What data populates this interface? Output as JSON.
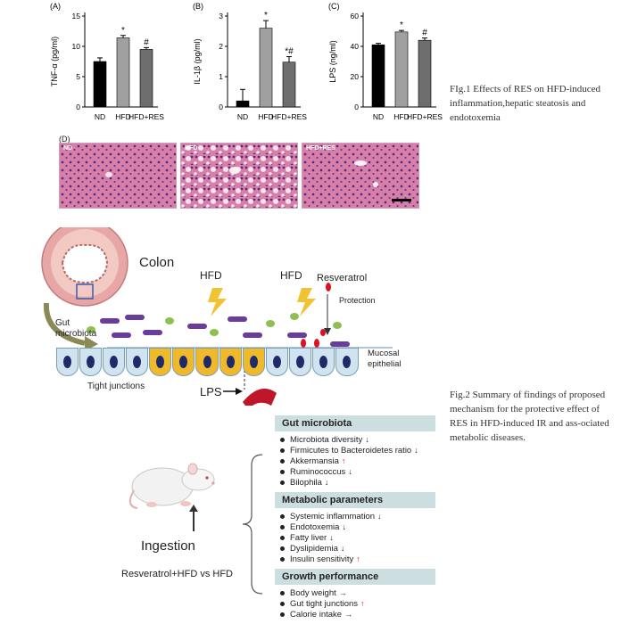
{
  "figure1": {
    "caption": "FIg.1 Effects of RES on HFD-induced inflammation,hepatic steatosis and endotoxemia",
    "panels": [
      {
        "letter": "(A)"
      },
      {
        "letter": "(B)"
      },
      {
        "letter": "(C)"
      },
      {
        "letter": "(D)"
      }
    ],
    "histology": [
      {
        "label": "ND"
      },
      {
        "label": "HFD"
      },
      {
        "label": "HFD+RES"
      }
    ]
  },
  "chart_data": [
    {
      "type": "bar",
      "categories": [
        "ND",
        "HFD",
        "HFD+RES"
      ],
      "values": [
        7.5,
        11.4,
        9.5
      ],
      "errors": [
        0.6,
        0.4,
        0.3
      ],
      "annotations": [
        "",
        "*",
        "#"
      ],
      "ylabel": "TNF-α (pg/ml)",
      "ylim": [
        0,
        15
      ],
      "yticks": [
        0,
        5,
        10,
        15
      ],
      "bar_colors": [
        "#000000",
        "#a0a0a0",
        "#6e6e6e"
      ]
    },
    {
      "type": "bar",
      "categories": [
        "ND",
        "HFD",
        "HFD+RES"
      ],
      "values": [
        0.2,
        2.6,
        1.48
      ],
      "errors": [
        0.38,
        0.25,
        0.18
      ],
      "annotations": [
        "",
        "*",
        "*#"
      ],
      "ylabel": "IL-1β (pg/ml)",
      "ylim": [
        0,
        3
      ],
      "yticks": [
        0,
        1,
        2,
        3
      ],
      "bar_colors": [
        "#000000",
        "#a0a0a0",
        "#6e6e6e"
      ]
    },
    {
      "type": "bar",
      "categories": [
        "ND",
        "HFD",
        "HFD+RES"
      ],
      "values": [
        41,
        49.5,
        44
      ],
      "errors": [
        1.0,
        1.0,
        1.5
      ],
      "annotations": [
        "",
        "*",
        "#"
      ],
      "ylabel": "LPS (ng/ml)",
      "ylim": [
        0,
        60
      ],
      "yticks": [
        0,
        20,
        40,
        60
      ],
      "bar_colors": [
        "#000000",
        "#a0a0a0",
        "#6e6e6e"
      ]
    }
  ],
  "figure2": {
    "caption": "Fig.2 Summary of findings of proposed mechanism for the protective effect of RES in HFD-induced IR and ass-ociated metabolic diseases.",
    "labels": {
      "colon": "Colon",
      "gut_microbiota": "Gut\nmicrobiota",
      "hfd_1": "HFD",
      "hfd_2": "HFD",
      "resveratrol": "Resveratrol",
      "protection": "Protection",
      "mucosal": "Mucosal\nepithelial",
      "tight_junctions": "Tight junctions",
      "lps": "LPS",
      "ingestion": "Ingestion",
      "comparison": "Resveratrol+HFD vs HFD"
    },
    "sections": [
      {
        "title": "Gut microbiota",
        "items": [
          {
            "text": "Microbiota diversity",
            "arrow": "↓",
            "red": false
          },
          {
            "text": "Firmicutes to Bacteroidetes ratio",
            "arrow": "↓",
            "red": false
          },
          {
            "text": "Akkermansia",
            "arrow": "↑",
            "red": true
          },
          {
            "text": "Ruminococcus",
            "arrow": "↓",
            "red": false
          },
          {
            "text": "Bilophila",
            "arrow": "↓",
            "red": false
          }
        ]
      },
      {
        "title": "Metabolic parameters",
        "items": [
          {
            "text": "Systemic inflammation",
            "arrow": "↓",
            "red": false
          },
          {
            "text": "Endotoxemia",
            "arrow": "↓",
            "red": false
          },
          {
            "text": "Fatty liver",
            "arrow": "↓",
            "red": false
          },
          {
            "text": "Dyslipidemia",
            "arrow": "↓",
            "red": false
          },
          {
            "text": "Insulin sensitivity",
            "arrow": "↑",
            "red": true
          }
        ]
      },
      {
        "title": "Growth performance",
        "items": [
          {
            "text": "Body weight",
            "arrow": "→",
            "red": false
          },
          {
            "text": "Gut  tight junctions",
            "arrow": "↑",
            "red": true
          },
          {
            "text": "Calorie intake",
            "arrow": "→",
            "red": false
          }
        ]
      }
    ]
  }
}
